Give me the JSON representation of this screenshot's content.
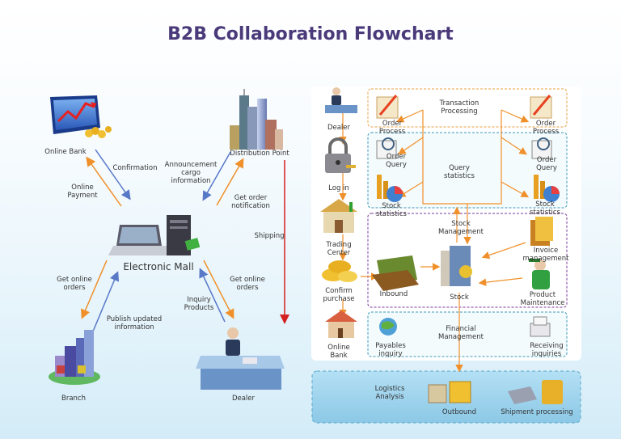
{
  "title": "B2B Collaboration Flowchart",
  "left": {
    "nodes": {
      "online_bank": "Online Bank",
      "distribution_point": "Distribution Point",
      "electronic_mall": "Electronic Mall",
      "branch": "Branch",
      "dealer": "Dealer"
    },
    "edges": {
      "confirmation": "Confirmation",
      "online_payment": "Online\nPayment",
      "announcement": "Announcement\ncargo\ninformation",
      "get_order_notification": "Get order\nnotification",
      "shipping": "Shipping",
      "get_online_orders_left": "Get online\norders",
      "get_online_orders_right": "Get online\norders",
      "publish_updated": "Publish updated\ninformation",
      "inquiry_products": "Inquiry\nProducts"
    }
  },
  "right": {
    "side_icons": {
      "dealer": "Dealer",
      "login": "Log in",
      "trading_center": "Trading\nCenter",
      "confirm_purchase": "Confirm\npurchase",
      "online_bank": "Online\nBank"
    },
    "groups": {
      "transaction": "Transaction\nProcessing",
      "query": "Query\nstatistics",
      "stock_mgmt": "Stock\nManagement",
      "financial": "Financial\nManagement",
      "logistics": "Logistics\nAnalysis"
    },
    "nodes": {
      "order_process_l": "Order\nProcess",
      "order_process_r": "Order\nProcess",
      "order_query_l": "Order\nQuery",
      "order_query_r": "Order\nQuery",
      "stock_stats_l": "Stock\nstatistics",
      "stock_stats_r": "Stock\nstatistics",
      "inbound": "Inbound",
      "stock": "Stock",
      "invoice": "Invoice\nmanagement",
      "product_maint": "Product\nMaintenance",
      "payables": "Payables\ninquiry",
      "receiving": "Receiving\ninquiries",
      "outbound": "Outbound",
      "shipment": "Shipment processing"
    }
  },
  "colors": {
    "title": "#4a3a7a",
    "arrow_orange": "#f0902a",
    "arrow_blue": "#5878c8",
    "arrow_red": "#d42020",
    "dash_orange": "#e8a040",
    "dash_purple": "#7a3aa0",
    "dash_teal": "#3a9ab8",
    "logistics_fill": "#9ed4ec"
  }
}
